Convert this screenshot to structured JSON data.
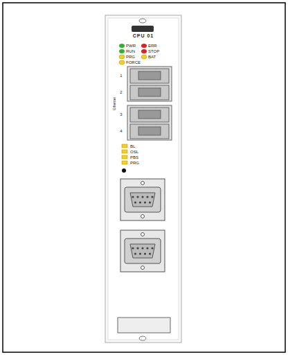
{
  "diagram": {
    "nodes": [
      {
        "text": [
          "CPU 01"
        ]
      }
    ],
    "labels": [
      "PWR",
      "ERR",
      "RUN",
      "STOP",
      "PRG",
      "BAT",
      "FORCE",
      "1",
      "2",
      "3",
      "4",
      "Ethernet",
      "BL",
      "OSL",
      "PBS",
      "PRG"
    ]
  }
}
